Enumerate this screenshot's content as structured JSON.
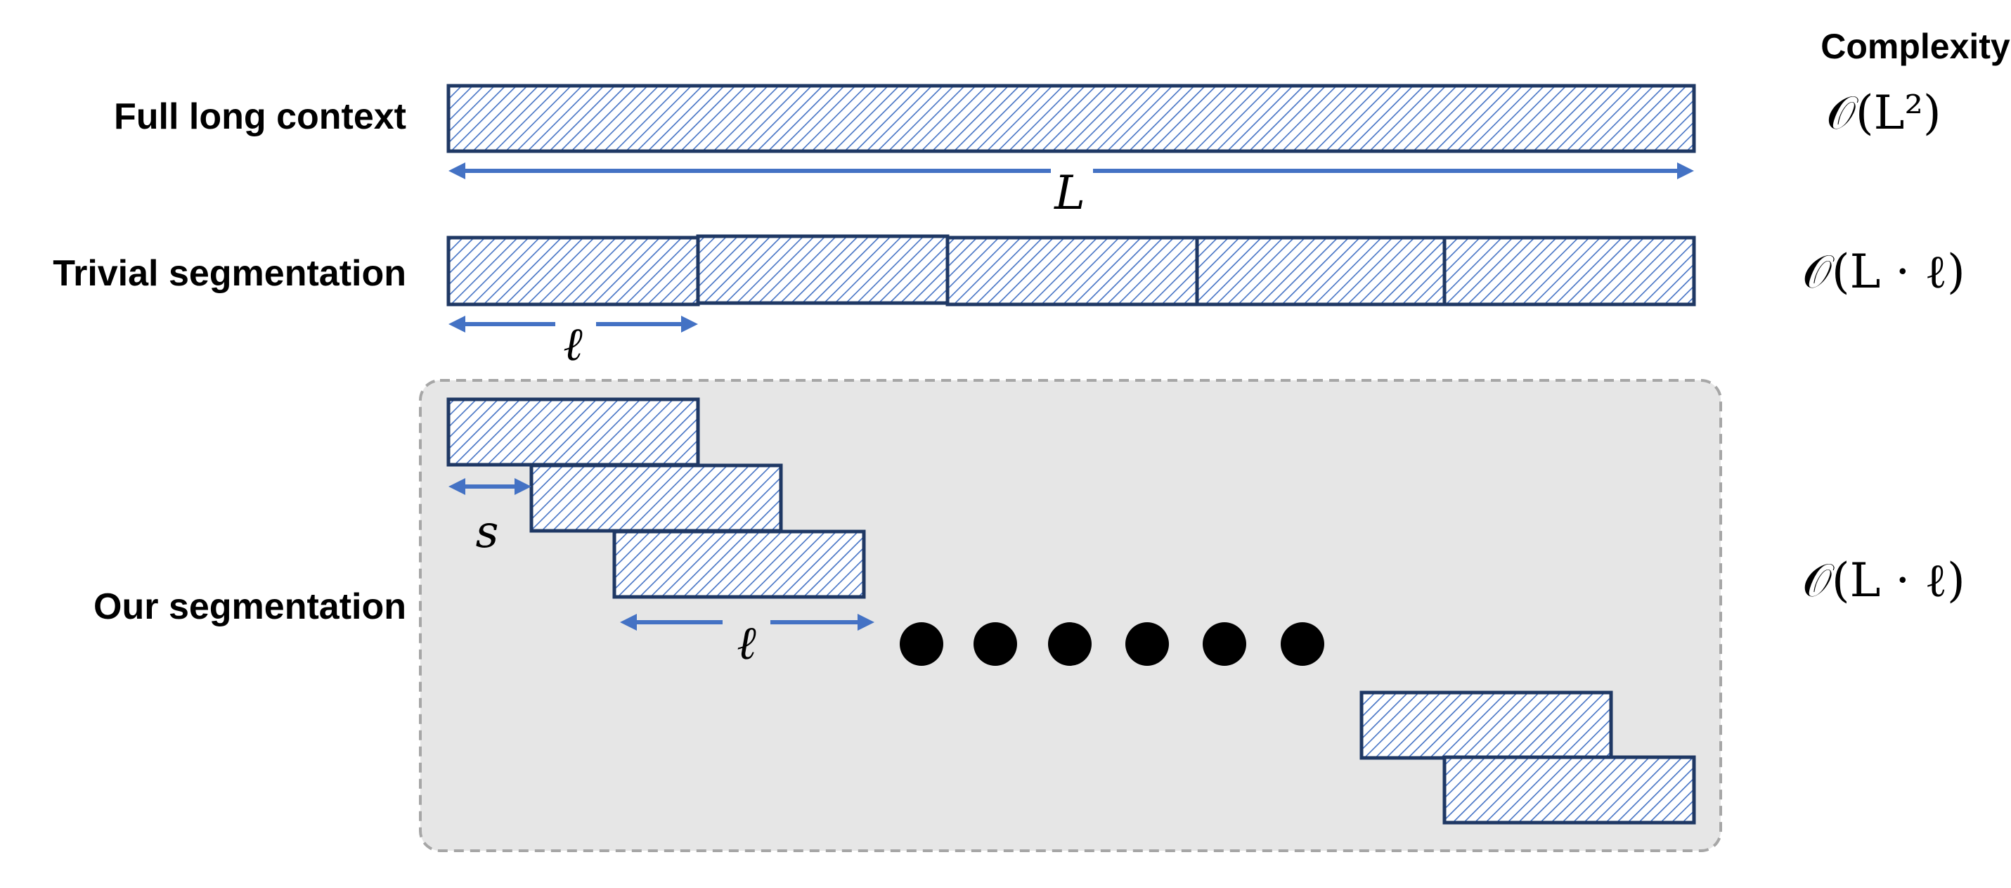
{
  "header": {
    "complexity_title": "Complexity"
  },
  "rows": [
    {
      "label": "Full long context",
      "complexity": "𝒪(L²)",
      "dimension_label": "L"
    },
    {
      "label": "Trivial segmentation",
      "complexity": "𝒪(L · ℓ)",
      "dimension_label": "ℓ"
    },
    {
      "label": "Our segmentation",
      "complexity": "𝒪(L · ℓ)",
      "stride_label": "s",
      "dimension_label": "ℓ"
    }
  ],
  "colors": {
    "bar_stroke": "#1f3864",
    "hatch": "#4472c4",
    "arrow": "#4472c4",
    "panel_fill": "#e6e6e6",
    "panel_border": "#a6a6a6",
    "dots": "#000000"
  },
  "icons": {
    "ellipsis": "six-black-dots"
  }
}
